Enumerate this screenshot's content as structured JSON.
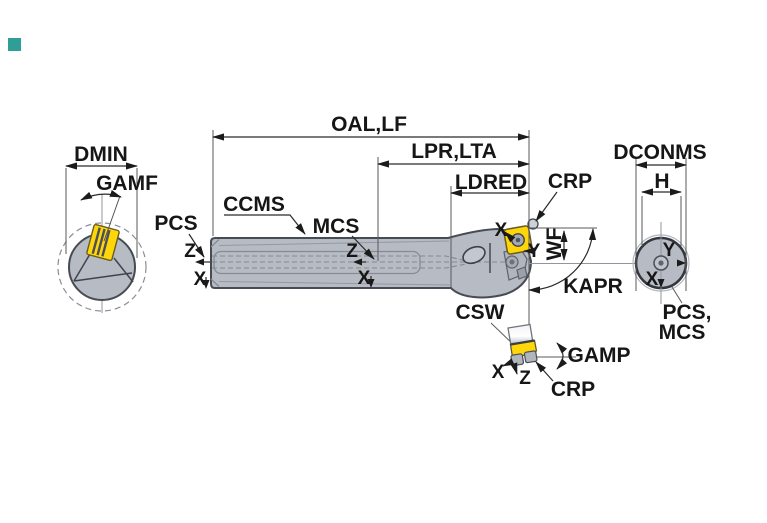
{
  "brand": {
    "accent_color": "#2F9E96"
  },
  "palette": {
    "body_gray": "#B7BBC4",
    "outline_dark": "#474B53",
    "insert_yellow": "#FFD60A",
    "screw_gray": "#A4A9B2",
    "line_black": "#161616"
  },
  "left_view": {
    "dim_min_bore": "DMIN",
    "rake_angle": "GAMF",
    "pcs": "PCS",
    "axis_z": "Z",
    "axis_x": "X"
  },
  "main_view": {
    "ccms": "CCMS",
    "mcs": "MCS",
    "dim_overall_length": "OAL,LF",
    "dim_protruding_length": "LPR,LTA",
    "dim_reduced_length": "LDRED",
    "corner_radius": "CRP",
    "axis_x_tip": "X",
    "axis_y_tip": "Y",
    "dim_wf": "WF",
    "approach_angle": "KAPR",
    "csw": "CSW",
    "axis_z_shank": "Z",
    "axis_x_shank": "X",
    "axis_z_mid": "Z",
    "axis_x_mid": "X"
  },
  "insert_detail_view": {
    "rake_angle": "GAMP",
    "axis_x": "X",
    "axis_z": "Z",
    "corner_radius": "CRP"
  },
  "end_view": {
    "dim_connection_dia": "DCONMS",
    "dim_height": "H",
    "axis_y": "Y",
    "axis_x": "X",
    "pcs_line": "PCS,",
    "mcs_line": "MCS"
  }
}
